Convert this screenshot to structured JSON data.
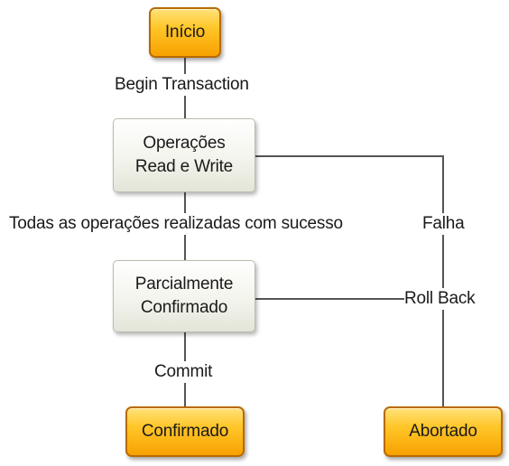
{
  "nodes": {
    "inicio": "Início",
    "operacoes": [
      "Operações",
      "Read e Write"
    ],
    "parcial": [
      "Parcialmente",
      "Confirmado"
    ],
    "confirmado": "Confirmado",
    "abortado": "Abortado"
  },
  "edges": {
    "begin": "Begin Transaction",
    "sucesso": "Todas as operações realizadas com sucesso",
    "falha": "Falha",
    "rollback": "Roll Back",
    "commit": "Commit"
  },
  "colors": {
    "terminal": "#ffc628",
    "process": "#f3f4ec",
    "connector": "#555555"
  }
}
